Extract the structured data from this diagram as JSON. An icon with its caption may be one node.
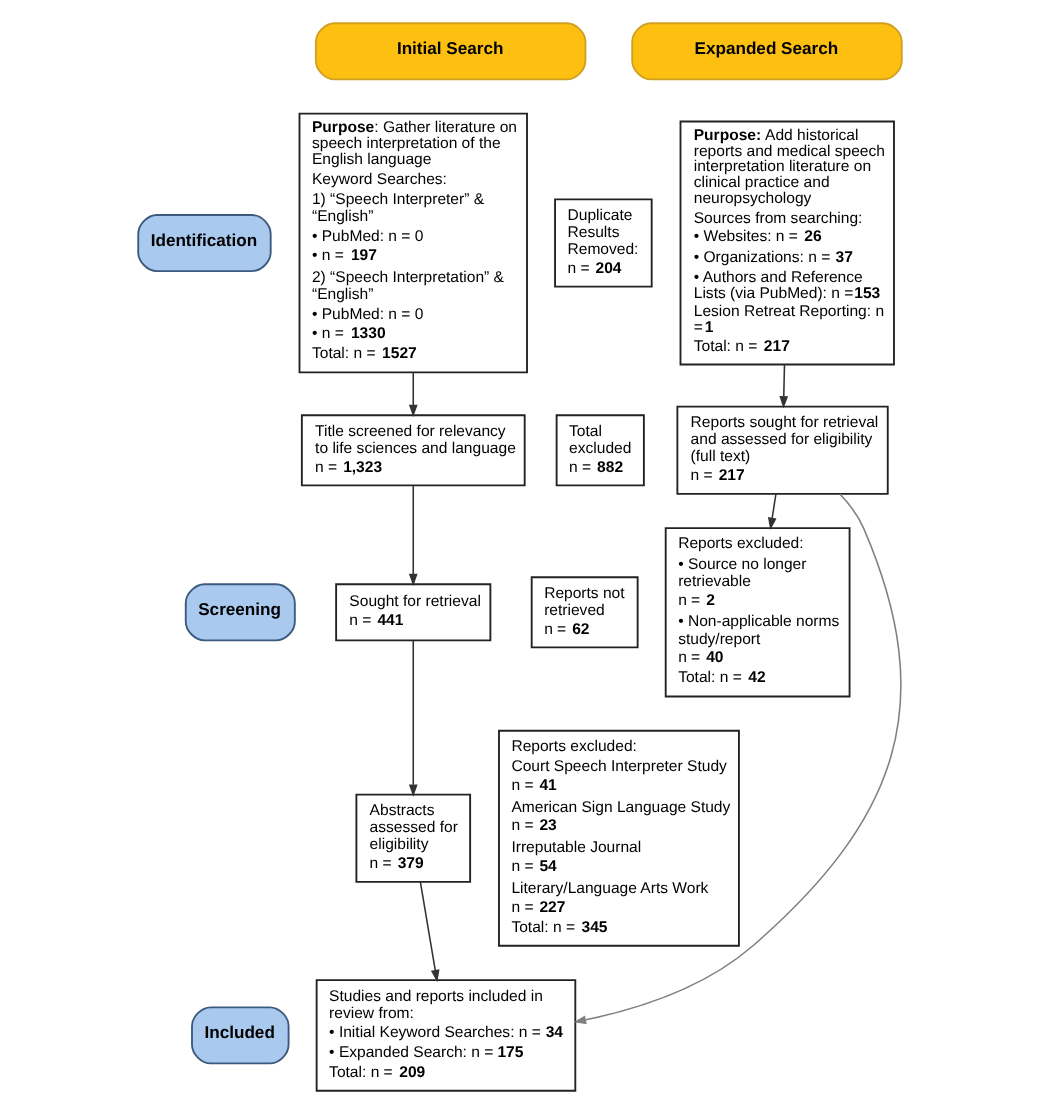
{
  "diagram": {
    "nodes": [
      {
        "text": [
          "Initial Search"
        ]
      },
      {
        "text": [
          "Expanded Search"
        ]
      },
      {
        "text": [
          "Identification"
        ]
      },
      {
        "text": [
          "**Purpose**: Gather literature on speech interpretation of the English language",
          "Keyword Searches:",
          "1) “Speech Interpreter” & “English”",
          "• PubMed: n = 0",
          "• n = **197**",
          "2) “Speech Interpretation” & “English”",
          "• PubMed: n = 0",
          "• n = **1330**",
          "Total: n = **1527**"
        ]
      },
      {
        "text": [
          "Duplicate Results Removed:",
          "n = **204**"
        ]
      },
      {
        "text": [
          "**Purpose:** Add historical reports and medical speech interpretation literature on clinical practice and neuropsychology",
          "Sources from searching:",
          "• Websites: n = **26**",
          "• Organizations: n = **37**",
          "• Authors and Reference Lists (via PubMed): n =**153**",
          "Lesion Retreat Reporting: n =**1**",
          "Total: n = **217**"
        ]
      },
      {
        "text": [
          "Screening"
        ]
      },
      {
        "text": [
          "Title screened for relevancy to life sciences and language",
          "n = **1,323**"
        ]
      },
      {
        "text": [
          "Total excluded",
          "n = **882**"
        ]
      },
      {
        "text": [
          "Reports sought for retrieval and assessed for eligibility (full text)",
          "n = **217**"
        ]
      },
      {
        "text": [
          "Sought for retrieval",
          "n = **441**"
        ]
      },
      {
        "text": [
          "Reports not retrieved",
          "n = **62**"
        ]
      },
      {
        "text": [
          "Reports excluded:",
          "• Source no longer retrievable",
          "n = **2**",
          "• Non-applicable norms study/report",
          "n = **40**",
          "Total: n = **42**"
        ]
      },
      {
        "text": [
          "Abstracts assessed for eligibility",
          "n = **379**"
        ]
      },
      {
        "text": [
          "Reports excluded:",
          "Court Speech Interpreter Study",
          "n = **41**",
          "American Sign Language Study",
          "n = **23**",
          "Irreputable Journal",
          "n = **54**",
          "Literary/Language Arts Work",
          "n = **227**",
          "Total: n = **345**"
        ]
      },
      {
        "text": [
          "Included"
        ]
      },
      {
        "text": [
          "Studies and reports included in review from:",
          "• Initial Keyword Searches: n = **34**",
          "• Expanded Search: n = **175**",
          "Total: n = **209**"
        ]
      }
    ],
    "edges": [
      {
        "from": 3,
        "to": 7,
        "arrow": "to"
      },
      {
        "from": 7,
        "to": 10,
        "arrow": "to"
      },
      {
        "from": 10,
        "to": 13,
        "arrow": "to"
      },
      {
        "from": 13,
        "to": 16,
        "arrow": "to"
      },
      {
        "from": 5,
        "to": 9,
        "arrow": "to"
      },
      {
        "from": 9,
        "to": 12,
        "arrow": "to"
      },
      {
        "from": 9,
        "to": 16,
        "arrow": "to",
        "color": "#808080"
      }
    ]
  }
}
